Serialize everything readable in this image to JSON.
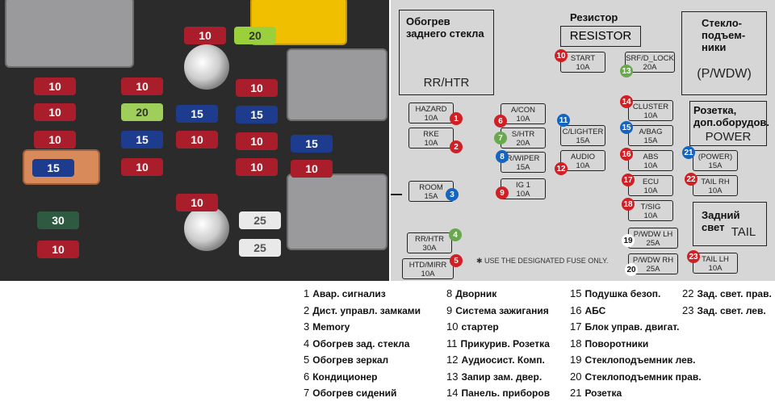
{
  "photo": {
    "fuses": [
      {
        "label": "10",
        "color": "red"
      },
      {
        "label": "20",
        "color": "green"
      },
      {
        "label": "10",
        "color": "red"
      },
      {
        "label": "10",
        "color": "red"
      },
      {
        "label": "10",
        "color": "red"
      },
      {
        "label": "10",
        "color": "red"
      },
      {
        "label": "15",
        "color": "blue"
      },
      {
        "label": "15",
        "color": "blue"
      },
      {
        "label": "10",
        "color": "red"
      },
      {
        "label": "15",
        "color": "blue"
      },
      {
        "label": "10",
        "color": "red"
      },
      {
        "label": "10",
        "color": "red"
      },
      {
        "label": "15",
        "color": "blue"
      },
      {
        "label": "10",
        "color": "red"
      },
      {
        "label": "10",
        "color": "red"
      },
      {
        "label": "10",
        "color": "red"
      },
      {
        "label": "15",
        "color": "blue"
      },
      {
        "label": "30",
        "color": "dgreen"
      },
      {
        "label": "10",
        "color": "red"
      },
      {
        "label": "25",
        "color": "white"
      },
      {
        "label": "25",
        "color": "white"
      },
      {
        "label": "20",
        "color": "lgreen"
      },
      {
        "label": "10",
        "color": "red"
      }
    ]
  },
  "diagram": {
    "blocks": {
      "rr_htr": {
        "title": "Обогрев заднего стекла",
        "name": "RR/HTR"
      },
      "resistor": {
        "title": "Резистор",
        "name": "RESISTOR"
      },
      "pwdw": {
        "title": "Стекло-подъем-ники",
        "name": "(P/WDW)"
      },
      "power": {
        "title": "Розетка, доп.оборудов.",
        "name": "POWER"
      },
      "tail": {
        "title": "Задний свет",
        "name": "TAIL"
      }
    },
    "fuses": [
      {
        "name": "HAZARD",
        "amp": "10A",
        "num": "1"
      },
      {
        "name": "RKE",
        "amp": "10A",
        "num": "2"
      },
      {
        "name": "ROOM",
        "amp": "15A",
        "num": "3"
      },
      {
        "name": "RR/HTR",
        "amp": "30A",
        "num": "4"
      },
      {
        "name": "HTD/MIRR",
        "amp": "10A",
        "num": "5"
      },
      {
        "name": "A/CON",
        "amp": "10A",
        "num": "6"
      },
      {
        "name": "S/HTR",
        "amp": "20A",
        "num": "7"
      },
      {
        "name": "R/WIPER",
        "amp": "15A",
        "num": "8"
      },
      {
        "name": "IG 1",
        "amp": "10A",
        "num": "9"
      },
      {
        "name": "START",
        "amp": "10A",
        "num": "10"
      },
      {
        "name": "C/LIGHTER",
        "amp": "15A",
        "num": "11"
      },
      {
        "name": "AUDIO",
        "amp": "10A",
        "num": "12"
      },
      {
        "name": "SRF/D_LOCK",
        "amp": "20A",
        "num": "13"
      },
      {
        "name": "CLUSTER",
        "amp": "10A",
        "num": "14"
      },
      {
        "name": "A/BAG",
        "amp": "15A",
        "num": "15"
      },
      {
        "name": "ABS",
        "amp": "10A",
        "num": "16"
      },
      {
        "name": "ECU",
        "amp": "10A",
        "num": "17"
      },
      {
        "name": "T/SIG",
        "amp": "10A",
        "num": "18"
      },
      {
        "name": "P/WDW LH",
        "amp": "25A",
        "num": "19"
      },
      {
        "name": "P/WDW RH",
        "amp": "25A",
        "num": "20"
      },
      {
        "name": "(POWER)",
        "amp": "15A",
        "num": "21"
      },
      {
        "name": "TAIL RH",
        "amp": "10A",
        "num": "22"
      },
      {
        "name": "TAIL LH",
        "amp": "10A",
        "num": "23"
      }
    ],
    "note": "✱ USE THE DESIGNATED FUSE ONLY."
  },
  "legend": [
    {
      "n": "1",
      "text": "Авар. сигнализ"
    },
    {
      "n": "2",
      "text": "Дист. управл. замками"
    },
    {
      "n": "3",
      "text": "Memory"
    },
    {
      "n": "4",
      "text": "Обогрев зад. стекла"
    },
    {
      "n": "5",
      "text": "Обогрев зеркал"
    },
    {
      "n": "6",
      "text": "Кондиционер"
    },
    {
      "n": "7",
      "text": "Обогрев сидений"
    },
    {
      "n": "8",
      "text": "Дворник"
    },
    {
      "n": "9",
      "text": "Система зажигания"
    },
    {
      "n": "10",
      "text": "стартер"
    },
    {
      "n": "11",
      "text": "Прикурив. Розетка"
    },
    {
      "n": "12",
      "text": "Аудиосист. Комп."
    },
    {
      "n": "13",
      "text": "Запир зам. двер."
    },
    {
      "n": "14",
      "text": "Панель. приборов"
    },
    {
      "n": "15",
      "text": "Подушка безоп."
    },
    {
      "n": "16",
      "text": "АБС"
    },
    {
      "n": "17",
      "text": "Блок управ. двигат."
    },
    {
      "n": "18",
      "text": "Поворотники"
    },
    {
      "n": "19",
      "text": "Стеклоподъемник лев."
    },
    {
      "n": "20",
      "text": "Стеклоподъемник прав."
    },
    {
      "n": "21",
      "text": "Розетка"
    },
    {
      "n": "22",
      "text": "Зад. свет. прав."
    },
    {
      "n": "23",
      "text": "Зад. свет. лев."
    }
  ]
}
